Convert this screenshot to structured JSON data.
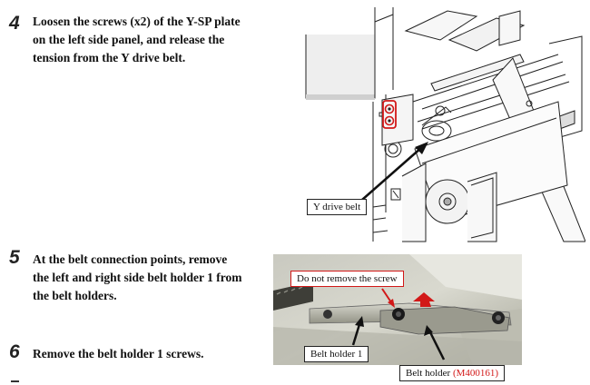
{
  "steps": [
    {
      "number": "4",
      "lines": [
        "Loosen the screws (x2) of the Y-SP plate",
        "on the left side panel, and release the",
        "tension from the Y drive belt."
      ]
    },
    {
      "number": "5",
      "lines": [
        "At the belt connection points, remove",
        "the left and right side belt holder 1 from",
        "the belt holders."
      ]
    },
    {
      "number": "6",
      "lines": [
        "Remove the belt holder 1 screws."
      ]
    }
  ],
  "figure1": {
    "callout": "Y drive belt",
    "highlight_color": "#d21818"
  },
  "figure2": {
    "callout_warning": "Do not remove the screw",
    "callout_holder1": "Belt holder 1",
    "callout_holder_prefix": "Belt holder ",
    "callout_holder_code": "(M400161)",
    "highlight_color": "#d21818"
  }
}
